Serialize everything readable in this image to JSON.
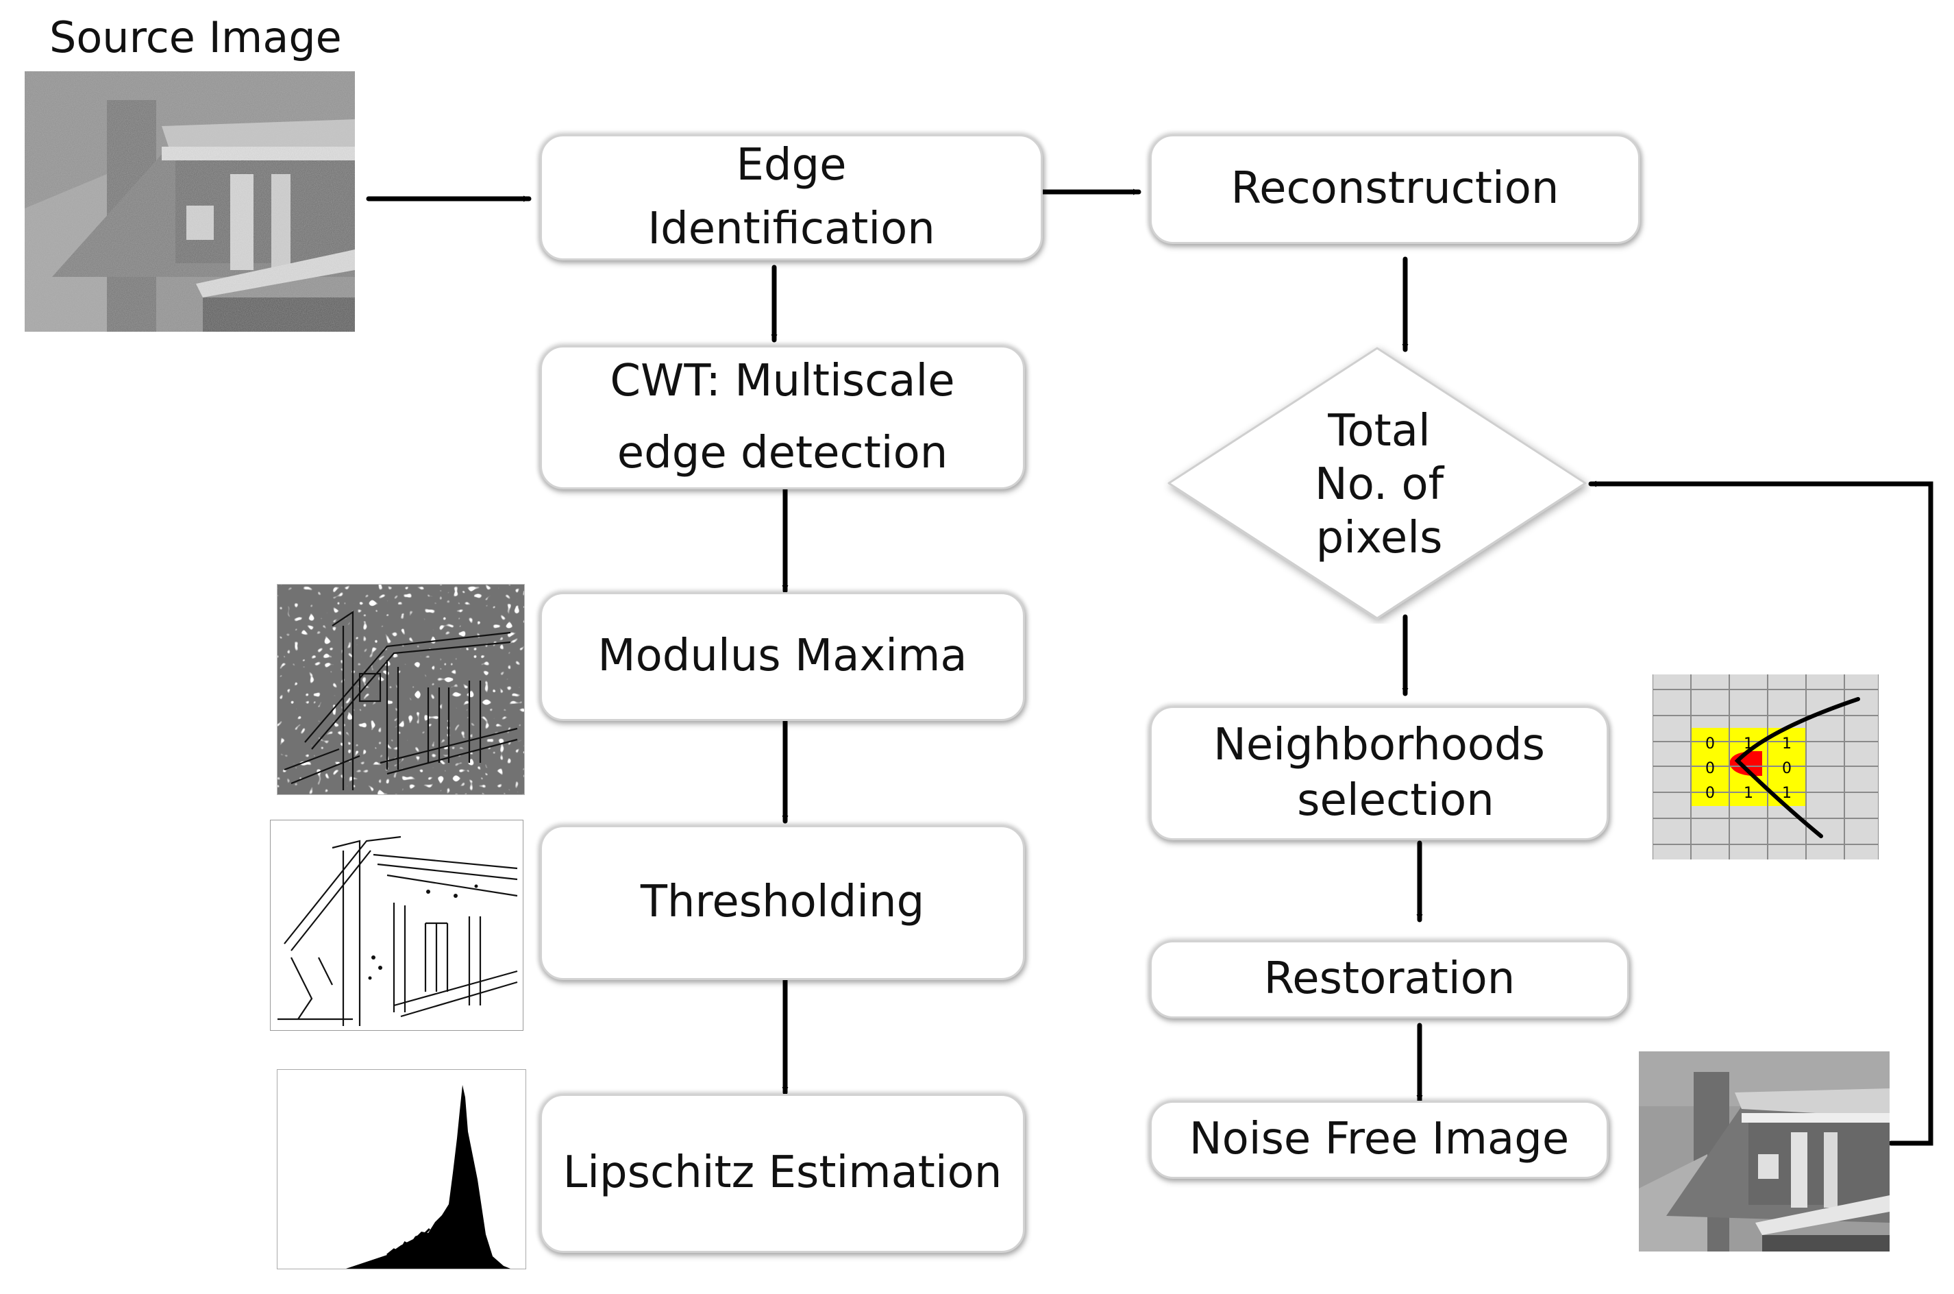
{
  "source_caption": "Source Image",
  "nodes": {
    "edge_identification": [
      "Edge",
      "Identification"
    ],
    "cwt": [
      "CWT:  Multiscale",
      "edge detection"
    ],
    "modulus_maxima": "Modulus Maxima",
    "thresholding": "Thresholding",
    "lipschitz": "Lipschitz Estimation",
    "reconstruction": "Reconstruction",
    "decision": [
      "Total",
      "No. of",
      "pixels"
    ],
    "neighborhoods": [
      "Neighborhoods",
      "selection"
    ],
    "restoration": "Restoration",
    "noise_free": "Noise Free Image"
  },
  "neighborhood_grid": {
    "cells": [
      "0",
      "1",
      "1",
      "0",
      "",
      "0",
      "0",
      "1",
      "1"
    ]
  },
  "colors": {
    "box_border": "#d2d2d2",
    "arrow": "#000000",
    "grid_highlight": "#ffff00",
    "edge_pixel": "#ff0000"
  },
  "icons": {
    "source_image": "noisy-house-photo",
    "modulus_maxima_image": "edge-contour-map",
    "threshold_image": "thresholded-edge-map",
    "histogram_image": "histogram-plot",
    "grid_image": "pixel-neighborhood-grid",
    "output_image": "clean-house-photo"
  }
}
